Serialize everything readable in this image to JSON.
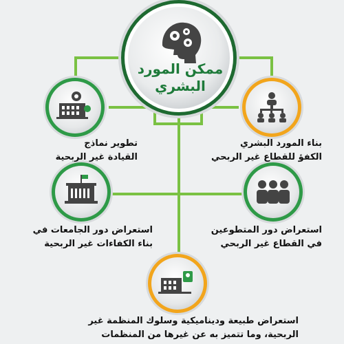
{
  "center": {
    "title_line1": "ممكن المورد",
    "title_line2": "البشري",
    "icon": "head-gears-icon"
  },
  "nodes": [
    {
      "id": "leadership",
      "icon": "building-gear-icon",
      "ring": "#2e9a47",
      "line1": "تطوير نماذج",
      "line2": "القيادة غير الربحية"
    },
    {
      "id": "hr-build",
      "icon": "org-chart-icon",
      "ring": "#f2a51c",
      "line1": "بناء المورد البشري",
      "line2": "الكفؤ للقطاع غير الربحي"
    },
    {
      "id": "universities",
      "icon": "university-building-icon",
      "ring": "#2e9a47",
      "line1": "استعراض دور الجامعات في",
      "line2": "بناء الكفاءات غير الربحية"
    },
    {
      "id": "volunteers",
      "icon": "people-group-icon",
      "ring": "#2e9a47",
      "line1": "استعراض دور المتطوعين",
      "line2": "في القطاع غير الربحي"
    },
    {
      "id": "org-nature",
      "icon": "building-certificate-icon",
      "ring": "#f2a51c",
      "line1": "استعراض طبيعة وديناميكية وسلوك المنظمة غير",
      "line2": "الربحية، وما تتميز به عن غيرها من المنظمات"
    }
  ],
  "colors": {
    "connector": "#7ac143",
    "accent_dark": "#1e6a31",
    "accent_orange": "#f2a51c",
    "icon_fill": "#444444"
  }
}
